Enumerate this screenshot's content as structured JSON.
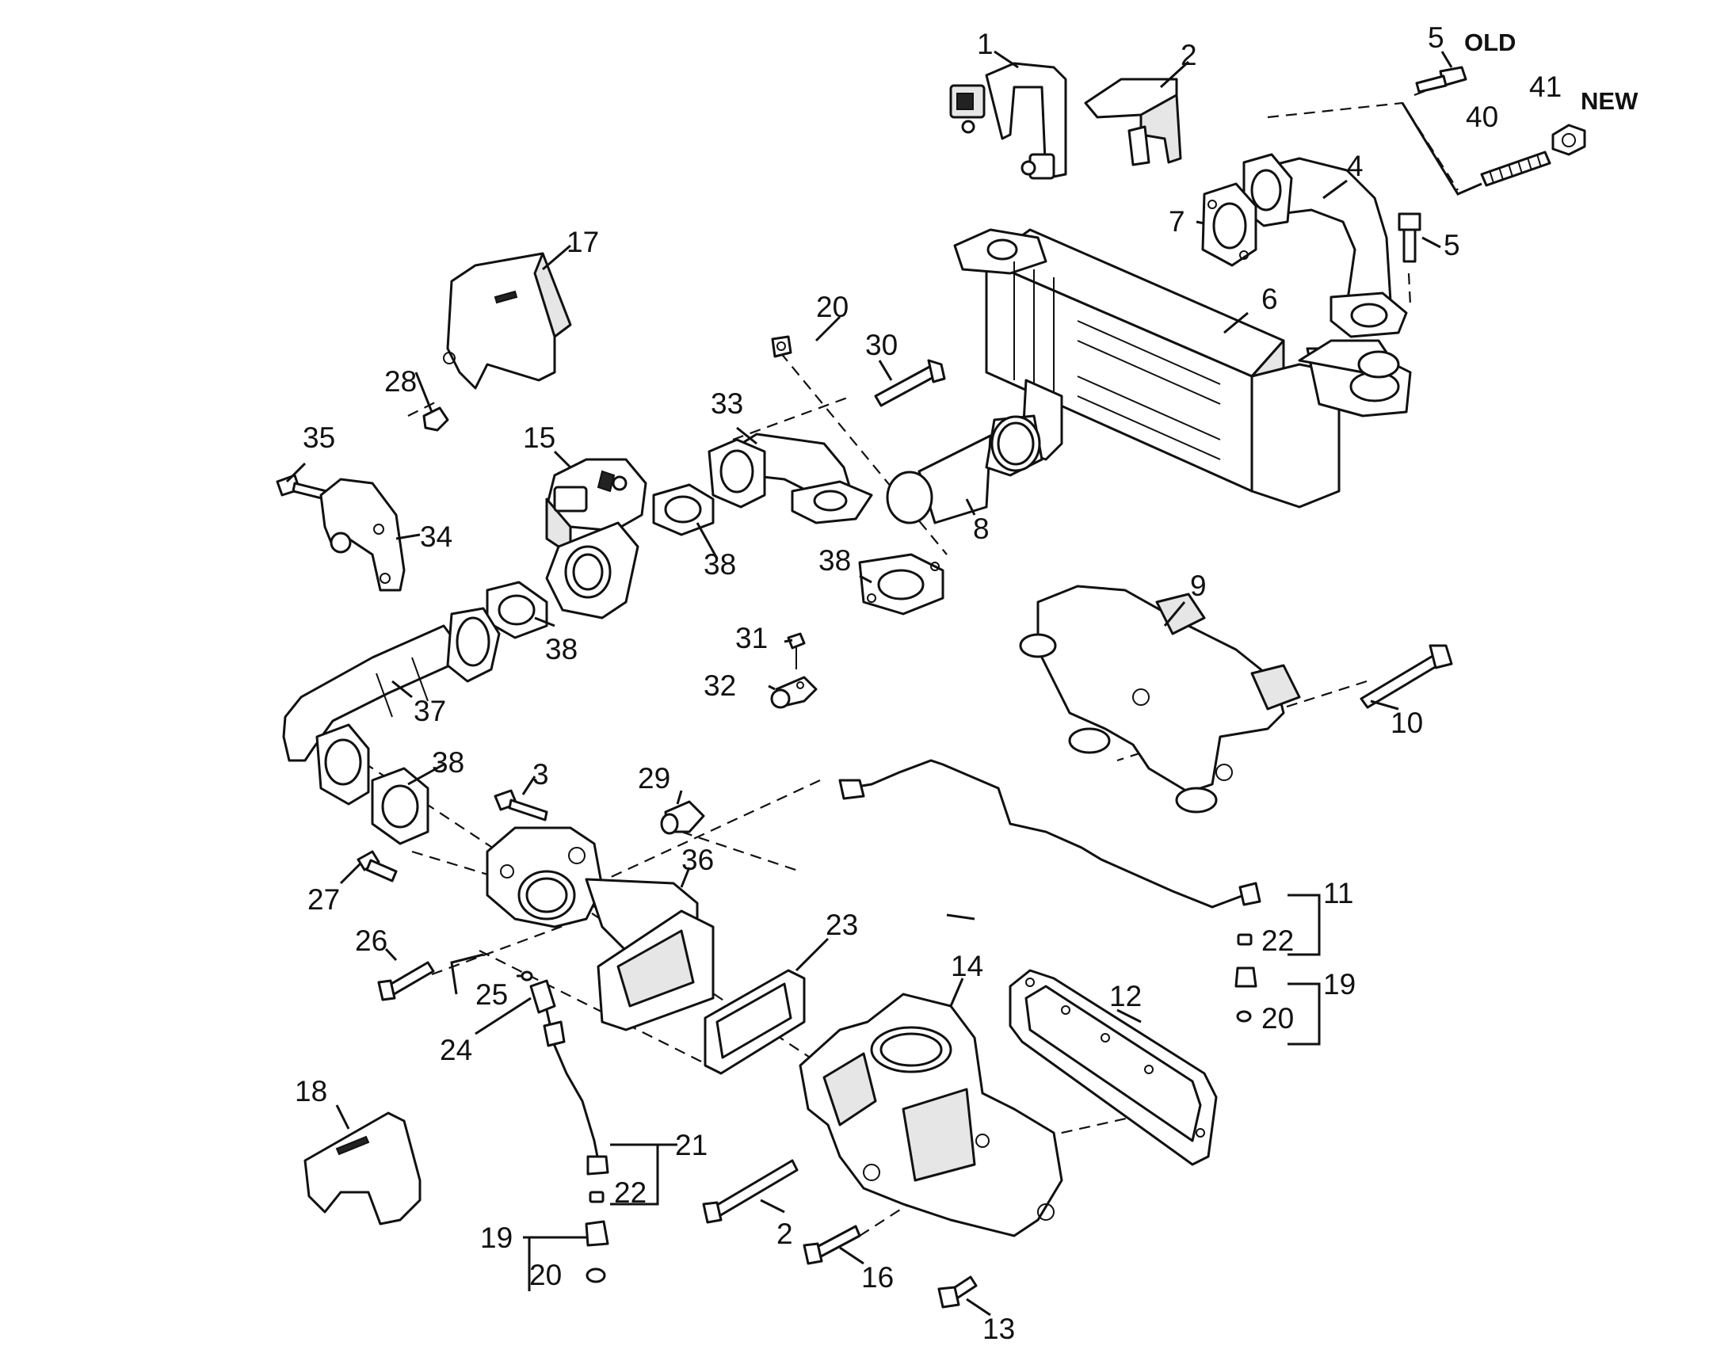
{
  "colors": {
    "ink": "#111111",
    "background": "#ffffff",
    "shade": "#e6e6e6"
  },
  "tags": {
    "old": "OLD",
    "new": "NEW"
  },
  "callouts": [
    {
      "id": "c1",
      "text": "1"
    },
    {
      "id": "c2a",
      "text": "2"
    },
    {
      "id": "c2b",
      "text": "2"
    },
    {
      "id": "c3",
      "text": "3"
    },
    {
      "id": "c4",
      "text": "4"
    },
    {
      "id": "c5a",
      "text": "5"
    },
    {
      "id": "c5b",
      "text": "5"
    },
    {
      "id": "c6",
      "text": "6"
    },
    {
      "id": "c7",
      "text": "7"
    },
    {
      "id": "c8",
      "text": "8"
    },
    {
      "id": "c9",
      "text": "9"
    },
    {
      "id": "c10",
      "text": "10"
    },
    {
      "id": "c11",
      "text": "11"
    },
    {
      "id": "c12",
      "text": "12"
    },
    {
      "id": "c13",
      "text": "13"
    },
    {
      "id": "c14",
      "text": "14"
    },
    {
      "id": "c15",
      "text": "15"
    },
    {
      "id": "c16",
      "text": "16"
    },
    {
      "id": "c17",
      "text": "17"
    },
    {
      "id": "c18",
      "text": "18"
    },
    {
      "id": "c19a",
      "text": "19"
    },
    {
      "id": "c19b",
      "text": "19"
    },
    {
      "id": "c20a",
      "text": "20"
    },
    {
      "id": "c20b",
      "text": "20"
    },
    {
      "id": "c20c",
      "text": "20"
    },
    {
      "id": "c21",
      "text": "21"
    },
    {
      "id": "c22a",
      "text": "22"
    },
    {
      "id": "c22b",
      "text": "22"
    },
    {
      "id": "c23",
      "text": "23"
    },
    {
      "id": "c24",
      "text": "24"
    },
    {
      "id": "c25",
      "text": "25"
    },
    {
      "id": "c26",
      "text": "26"
    },
    {
      "id": "c27",
      "text": "27"
    },
    {
      "id": "c28",
      "text": "28"
    },
    {
      "id": "c29",
      "text": "29"
    },
    {
      "id": "c30",
      "text": "30"
    },
    {
      "id": "c31",
      "text": "31"
    },
    {
      "id": "c32",
      "text": "32"
    },
    {
      "id": "c33",
      "text": "33"
    },
    {
      "id": "c34",
      "text": "34"
    },
    {
      "id": "c35",
      "text": "35"
    },
    {
      "id": "c36",
      "text": "36"
    },
    {
      "id": "c37",
      "text": "37"
    },
    {
      "id": "c38a",
      "text": "38"
    },
    {
      "id": "c38b",
      "text": "38"
    },
    {
      "id": "c38c",
      "text": "38"
    },
    {
      "id": "c38d",
      "text": "38"
    },
    {
      "id": "c40",
      "text": "40"
    },
    {
      "id": "c41",
      "text": "41"
    }
  ]
}
